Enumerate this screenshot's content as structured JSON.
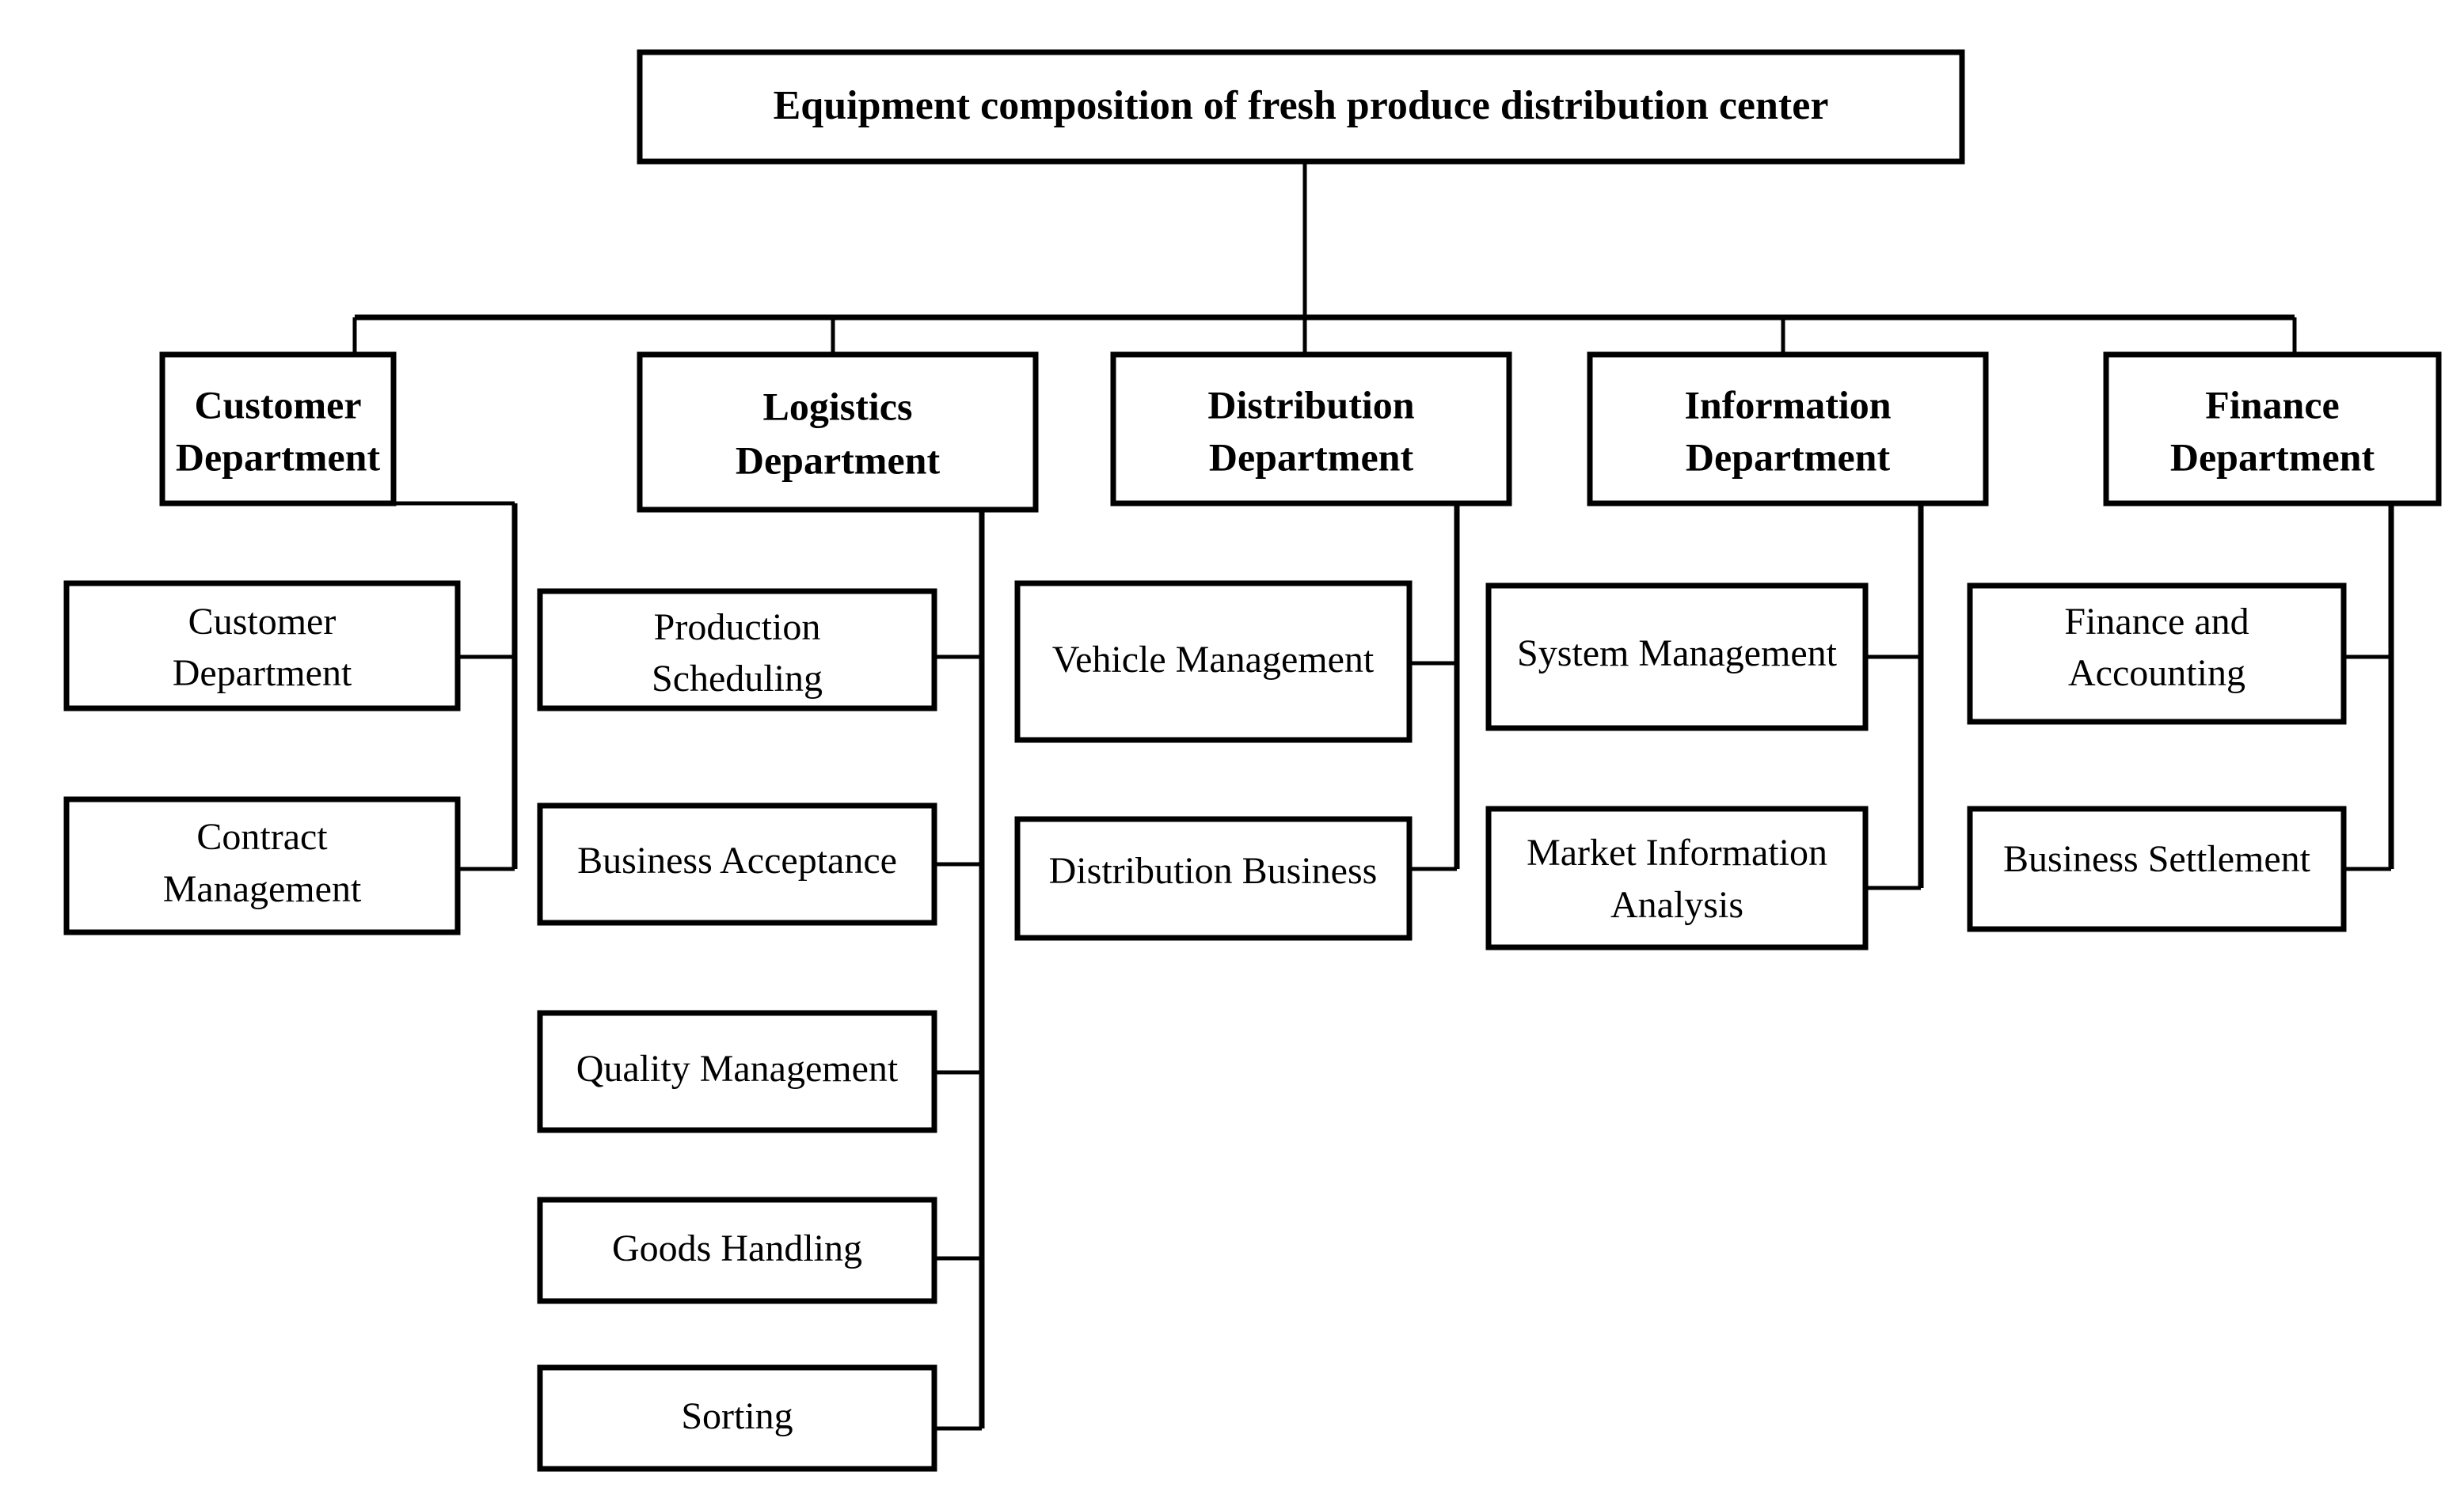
{
  "diagram": {
    "kind": "organizational-chart",
    "root": {
      "label": "Equipment composition of  fresh produce distribution center"
    },
    "departments": [
      {
        "id": "customer",
        "label_line1": "Customer",
        "label_line2": "Department",
        "children": [
          {
            "line1": "Customer",
            "line2": "Department"
          },
          {
            "line1": "Contract",
            "line2": "Management"
          }
        ]
      },
      {
        "id": "logistics",
        "label_line1": "Logistics",
        "label_line2": "Department",
        "children": [
          {
            "line1": "Production",
            "line2": "Scheduling"
          },
          {
            "line1": "Business Acceptance",
            "line2": ""
          },
          {
            "line1": "Quality Management",
            "line2": ""
          },
          {
            "line1": "Goods Handling",
            "line2": ""
          },
          {
            "line1": "Sorting",
            "line2": ""
          }
        ]
      },
      {
        "id": "distribution",
        "label_line1": "Distribution",
        "label_line2": "Department",
        "children": [
          {
            "line1": "Vehicle Management",
            "line2": ""
          },
          {
            "line1": "Distribution Business",
            "line2": ""
          }
        ]
      },
      {
        "id": "information",
        "label_line1": "Information",
        "label_line2": "Department",
        "children": [
          {
            "line1": "System Management",
            "line2": ""
          },
          {
            "line1": "Market Information",
            "line2": "Analysis"
          }
        ]
      },
      {
        "id": "finance",
        "label_line1": "Finance",
        "label_line2": "Department",
        "children": [
          {
            "line1": "Finance and",
            "line2": "Accounting"
          },
          {
            "line1": "Business Settlement",
            "line2": ""
          }
        ]
      }
    ],
    "style": {
      "line_color": "#000000",
      "box_fill": "#ffffff",
      "background": "#ffffff"
    }
  }
}
